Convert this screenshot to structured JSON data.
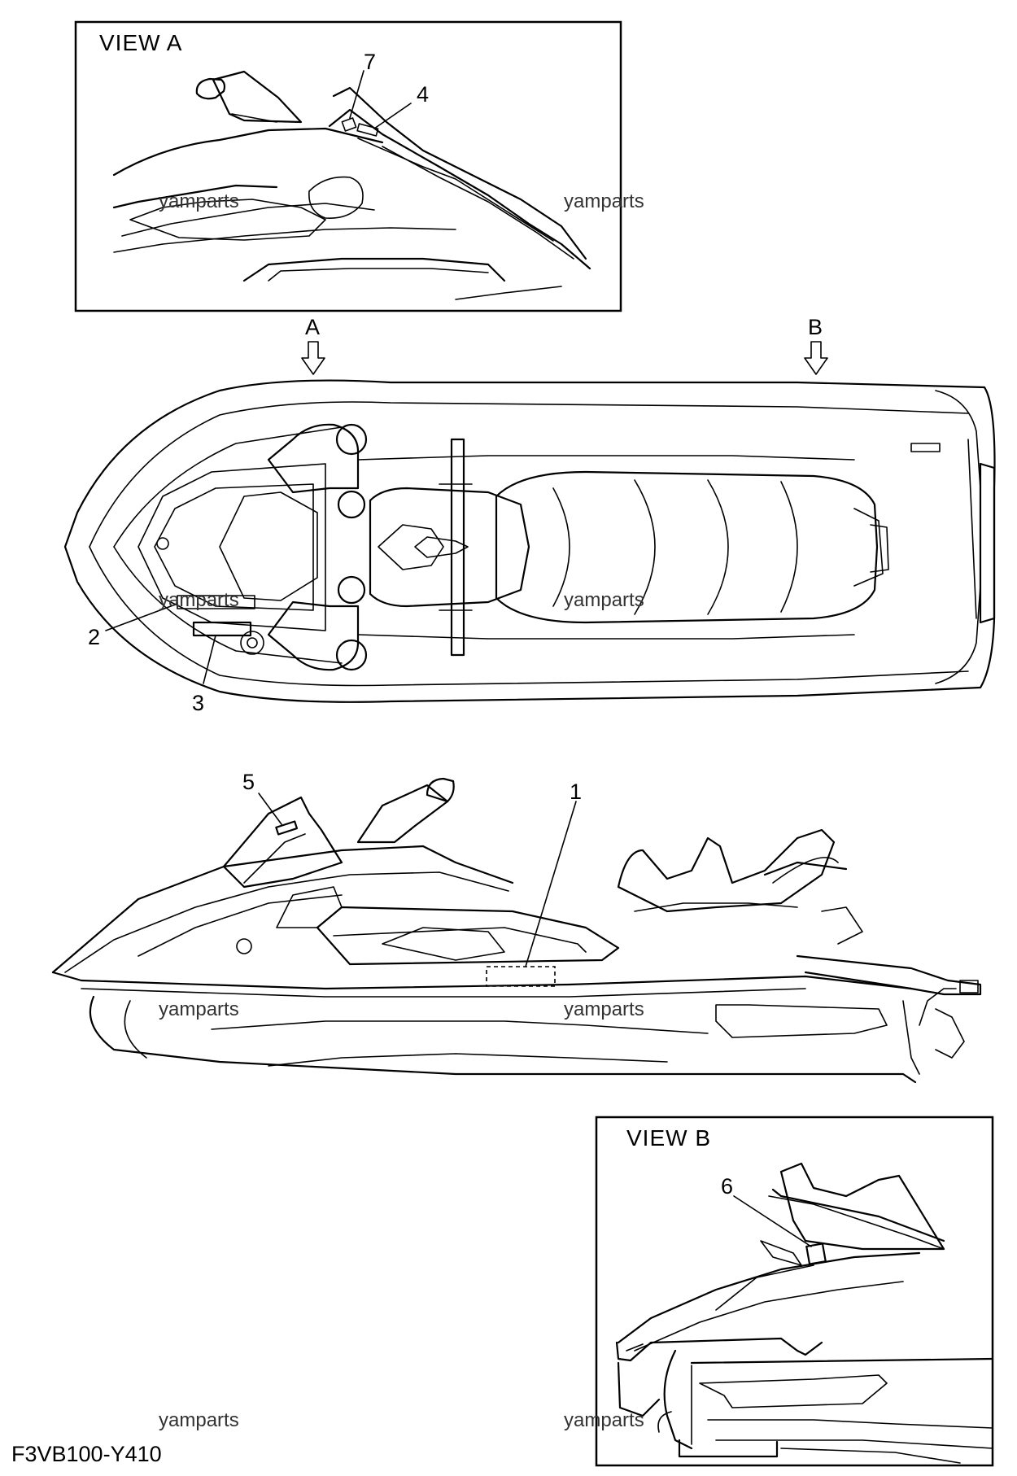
{
  "views": {
    "view_a_title": "VIEW A",
    "view_b_title": "VIEW B"
  },
  "arrows": {
    "a_label": "A",
    "b_label": "B"
  },
  "callouts": [
    "1",
    "2",
    "3",
    "4",
    "5",
    "6",
    "7"
  ],
  "watermark": "yamparts",
  "diagram_code": "F3VB100-Y410"
}
